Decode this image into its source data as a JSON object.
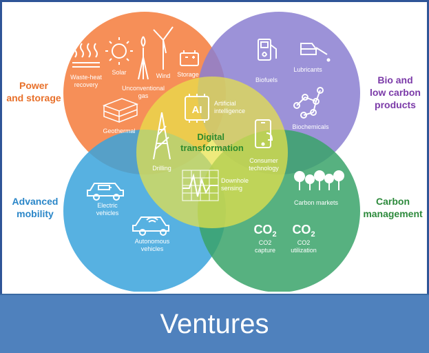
{
  "footer": {
    "title": "Ventures"
  },
  "colors": {
    "power": "#f47b3b",
    "bio": "#8b7fd1",
    "mobility": "#3aa3dc",
    "carbon": "#3aa36a",
    "center": "#e7e24a",
    "power_label": "#e8702a",
    "bio_label": "#7b3aa8",
    "mobility_label": "#2a86c8",
    "carbon_label": "#2d8a3c",
    "center_label": "#2e8b2e",
    "footer_bg": "#4f81bd"
  },
  "sections": {
    "power": "Power\nand storage",
    "bio": "Bio and\nlow carbon\nproducts",
    "mobility": "Advanced\nmobility",
    "carbon": "Carbon\nmanagement",
    "center": "Digital\ntransformation"
  },
  "items": {
    "waste_heat": "Waste-heat\nrecovery",
    "solar": "Solar",
    "wind": "Wind",
    "storage": "Storage",
    "unconventional_gas": "Unconventional\ngas",
    "geothermal": "Geothermal",
    "biofuels": "Biofuels",
    "lubricants": "Lubricants",
    "biochemicals": "Biochemicals",
    "ai": "Artificial\nintelligence",
    "ai_glyph": "AI",
    "drilling": "Drilling",
    "consumer_tech": "Consumer\ntechnology",
    "downhole": "Downhole\nsensing",
    "electric_vehicles": "Electric\nvehicles",
    "autonomous_vehicles": "Autonomous\nvehicles",
    "carbon_markets": "Carbon markets",
    "co2_capture": "CO2\ncapture",
    "co2_utilization": "CO2\nutilization",
    "co2_glyph": "CO",
    "co2_sub": "2"
  }
}
